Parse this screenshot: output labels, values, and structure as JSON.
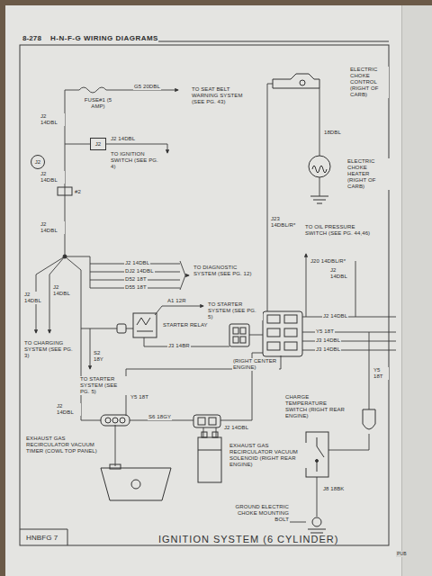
{
  "diagram": {
    "title": "H-N-F-G WIRING DIAGRAMS",
    "caption": "IGNITION SYSTEM (6 CYLINDER)",
    "nodes": [
      {
        "text": [
          "J2"
        ]
      },
      {
        "text": [
          "J2"
        ]
      }
    ],
    "labels": [
      "8-278",
      "FUSE#1 (5 AMP)",
      "G5 20DBL",
      "TO SEAT BELT WARNING SYSTEM (SEE PG. 43)",
      "J2 14DBL",
      "J2 14DBL",
      "TO IGNITION SWITCH (SEE PG. 4)",
      "J2 14DBL",
      "#2",
      "J2 14DBL",
      "J2 14DBL",
      "DJ2 14DBL",
      "D52 18T",
      "D55 18T",
      "TO DIAGNOSTIC SYSTEM (SEE PG. 12)",
      "A1 12R",
      "TO STARTER SYSTEM (SEE PG. 5)",
      "STARTER RELAY",
      "J3 14BR",
      "(RIGHT CENTER ENGINE)",
      "J2 14DBL",
      "J2 14DBL",
      "TO CHARGING SYSTEM (SEE PG. 3)",
      "S2 18Y",
      "TO STARTER SYSTEM (SEE PG. 5)",
      "Y5 18T",
      "J2 14DBL",
      "S6 18GY",
      "J2 14DBL",
      "EXHAUST GAS RECIRCULATOR VACUUM TIMER (COWL TOP PANEL)",
      "EXHAUST GAS RECIRCULATOR VACUUM SOLENOID (RIGHT REAR ENGINE)",
      "ELECTRIC CHOKE CONTROL (RIGHT OF CARB)",
      "18DBL",
      "ELECTRIC CHOKE HEATER (RIGHT OF CARB)",
      "J23 14DBL/R*",
      "TO OIL PRESSURE SWITCH (SEE PG. 44,46)",
      "J20 14DBL/R*",
      "J2 14DBL",
      "J2 14DBL",
      "Y5 18T",
      "J3 14DBL",
      "J3 14DBL",
      "Y5 18T",
      "CHARGE TEMPERATURE SWITCH (RIGHT REAR ENGINE)",
      "J8 18BK",
      "GROUND ELECTRIC CHOKE MOUNTING BOLT",
      "HNBFG 7",
      "PUB"
    ]
  }
}
